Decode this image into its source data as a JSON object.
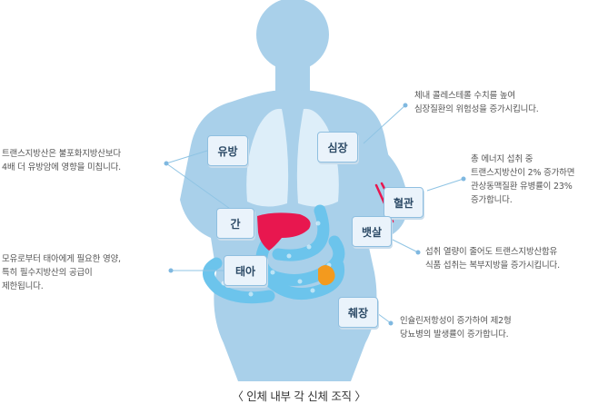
{
  "caption": "〈 인체 내부 각 신체 조직 〉",
  "colors": {
    "body": "#a9d0ea",
    "lungs": "#ddeef9",
    "liver": "#e8174f",
    "intestine": "#6cc4ec",
    "pancreas": "#f39a1e",
    "label_bg": "#eaf3fb",
    "connector": "#8fc4e4"
  },
  "labels": {
    "breast": "유방",
    "heart": "심장",
    "vessel": "혈관",
    "liver": "간",
    "belly_fat": "뱃살",
    "fetus": "태아",
    "pancreas": "췌장"
  },
  "descriptions": {
    "breast": [
      "트랜스지방산은 불포화지방산보다",
      "4배 더 유방암에 영향을 미칩니다."
    ],
    "heart": [
      "체내 콜레스테롤 수치를 높여",
      "심장질환의 위험성을 증가시킵니다."
    ],
    "vessel": [
      "총 에너지 섭취 중",
      "트랜스지방산이 2% 증가하면",
      "관상동맥질환 유병률이 23%",
      "증가합니다."
    ],
    "belly_fat": [
      "섭취 열량이 줄어도 트랜스지방산함유",
      "식품 섭취는 복부지방을 증가시킵니다."
    ],
    "fetus": [
      "모유로부터 태아에게 필요한 영양,",
      "특히 필수지방산의 공급이",
      "제한됩니다."
    ],
    "pancreas": [
      "인슐린저항성이 증가하여 제2형",
      "당뇨병의 발생률이 증가합니다."
    ]
  }
}
